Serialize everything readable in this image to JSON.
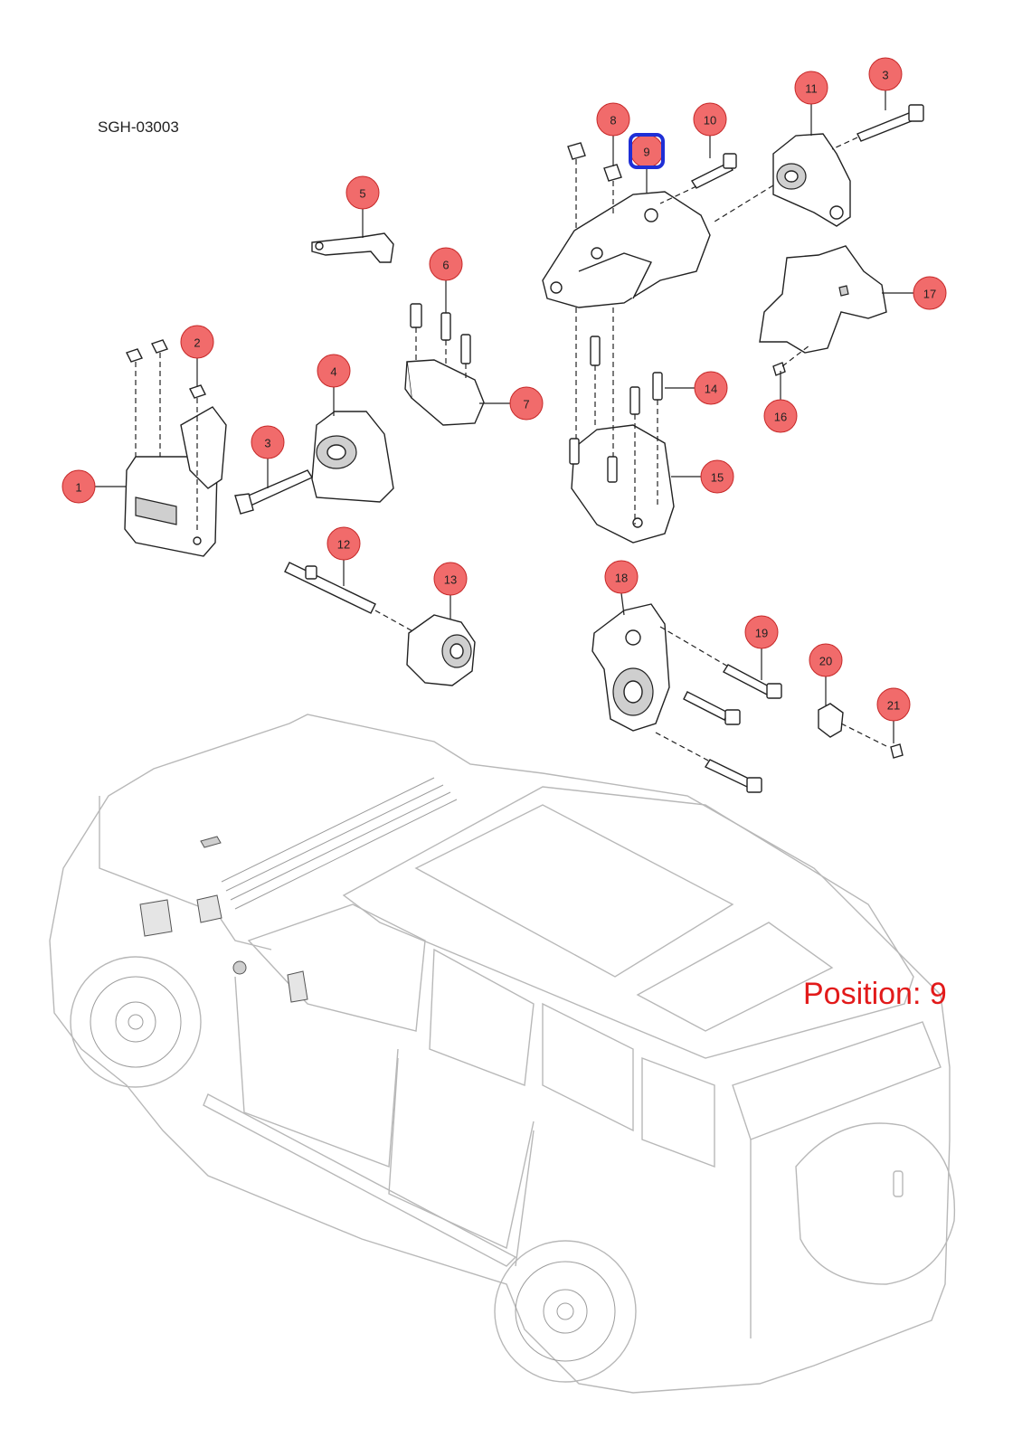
{
  "diagram": {
    "code": "SGH-03003",
    "position_label": "Position: 9",
    "colors": {
      "callout_fill": "#f16b6b",
      "callout_stroke": "#c62828",
      "highlight_stroke": "#1f2fd6",
      "position_text": "#e21a1a"
    },
    "callouts": [
      {
        "num": "1",
        "name": "callout-1"
      },
      {
        "num": "2",
        "name": "callout-2"
      },
      {
        "num": "3",
        "name": "callout-3-left"
      },
      {
        "num": "3",
        "name": "callout-3-top-right"
      },
      {
        "num": "4",
        "name": "callout-4"
      },
      {
        "num": "5",
        "name": "callout-5"
      },
      {
        "num": "6",
        "name": "callout-6"
      },
      {
        "num": "7",
        "name": "callout-7"
      },
      {
        "num": "8",
        "name": "callout-8"
      },
      {
        "num": "9",
        "name": "callout-9",
        "highlighted": true
      },
      {
        "num": "10",
        "name": "callout-10"
      },
      {
        "num": "11",
        "name": "callout-11"
      },
      {
        "num": "12",
        "name": "callout-12"
      },
      {
        "num": "13",
        "name": "callout-13"
      },
      {
        "num": "14",
        "name": "callout-14"
      },
      {
        "num": "15",
        "name": "callout-15"
      },
      {
        "num": "16",
        "name": "callout-16"
      },
      {
        "num": "17",
        "name": "callout-17"
      },
      {
        "num": "18",
        "name": "callout-18"
      },
      {
        "num": "19",
        "name": "callout-19"
      },
      {
        "num": "20",
        "name": "callout-20"
      },
      {
        "num": "21",
        "name": "callout-21"
      }
    ]
  }
}
